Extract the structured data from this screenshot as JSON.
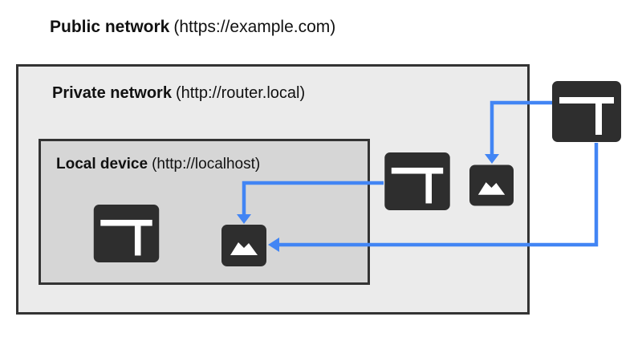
{
  "title": {
    "name": "Public network",
    "detail": "(https://example.com)"
  },
  "boxes": {
    "private_network": {
      "name": "Private network",
      "detail": "(http://router.local)"
    },
    "local_device": {
      "name": "Local device",
      "detail": "(http://localhost)"
    }
  },
  "icons": {
    "public_browser": "browser-window-icon",
    "private_browser": "browser-window-icon",
    "private_image": "image-icon",
    "local_browser": "browser-window-icon",
    "local_image": "image-icon"
  },
  "arrows": [
    {
      "name": "arrow-public-browser-to-private-image",
      "direction": "down"
    },
    {
      "name": "arrow-private-browser-to-local-image",
      "direction": "down"
    },
    {
      "name": "arrow-public-browser-to-local-image",
      "direction": "left"
    }
  ],
  "colors": {
    "arrow": "#4285f4",
    "icon": "#2e2e2e",
    "private-bg": "#ebebeb",
    "local-bg": "#d6d6d6",
    "border": "#333333",
    "text": "#111111"
  }
}
